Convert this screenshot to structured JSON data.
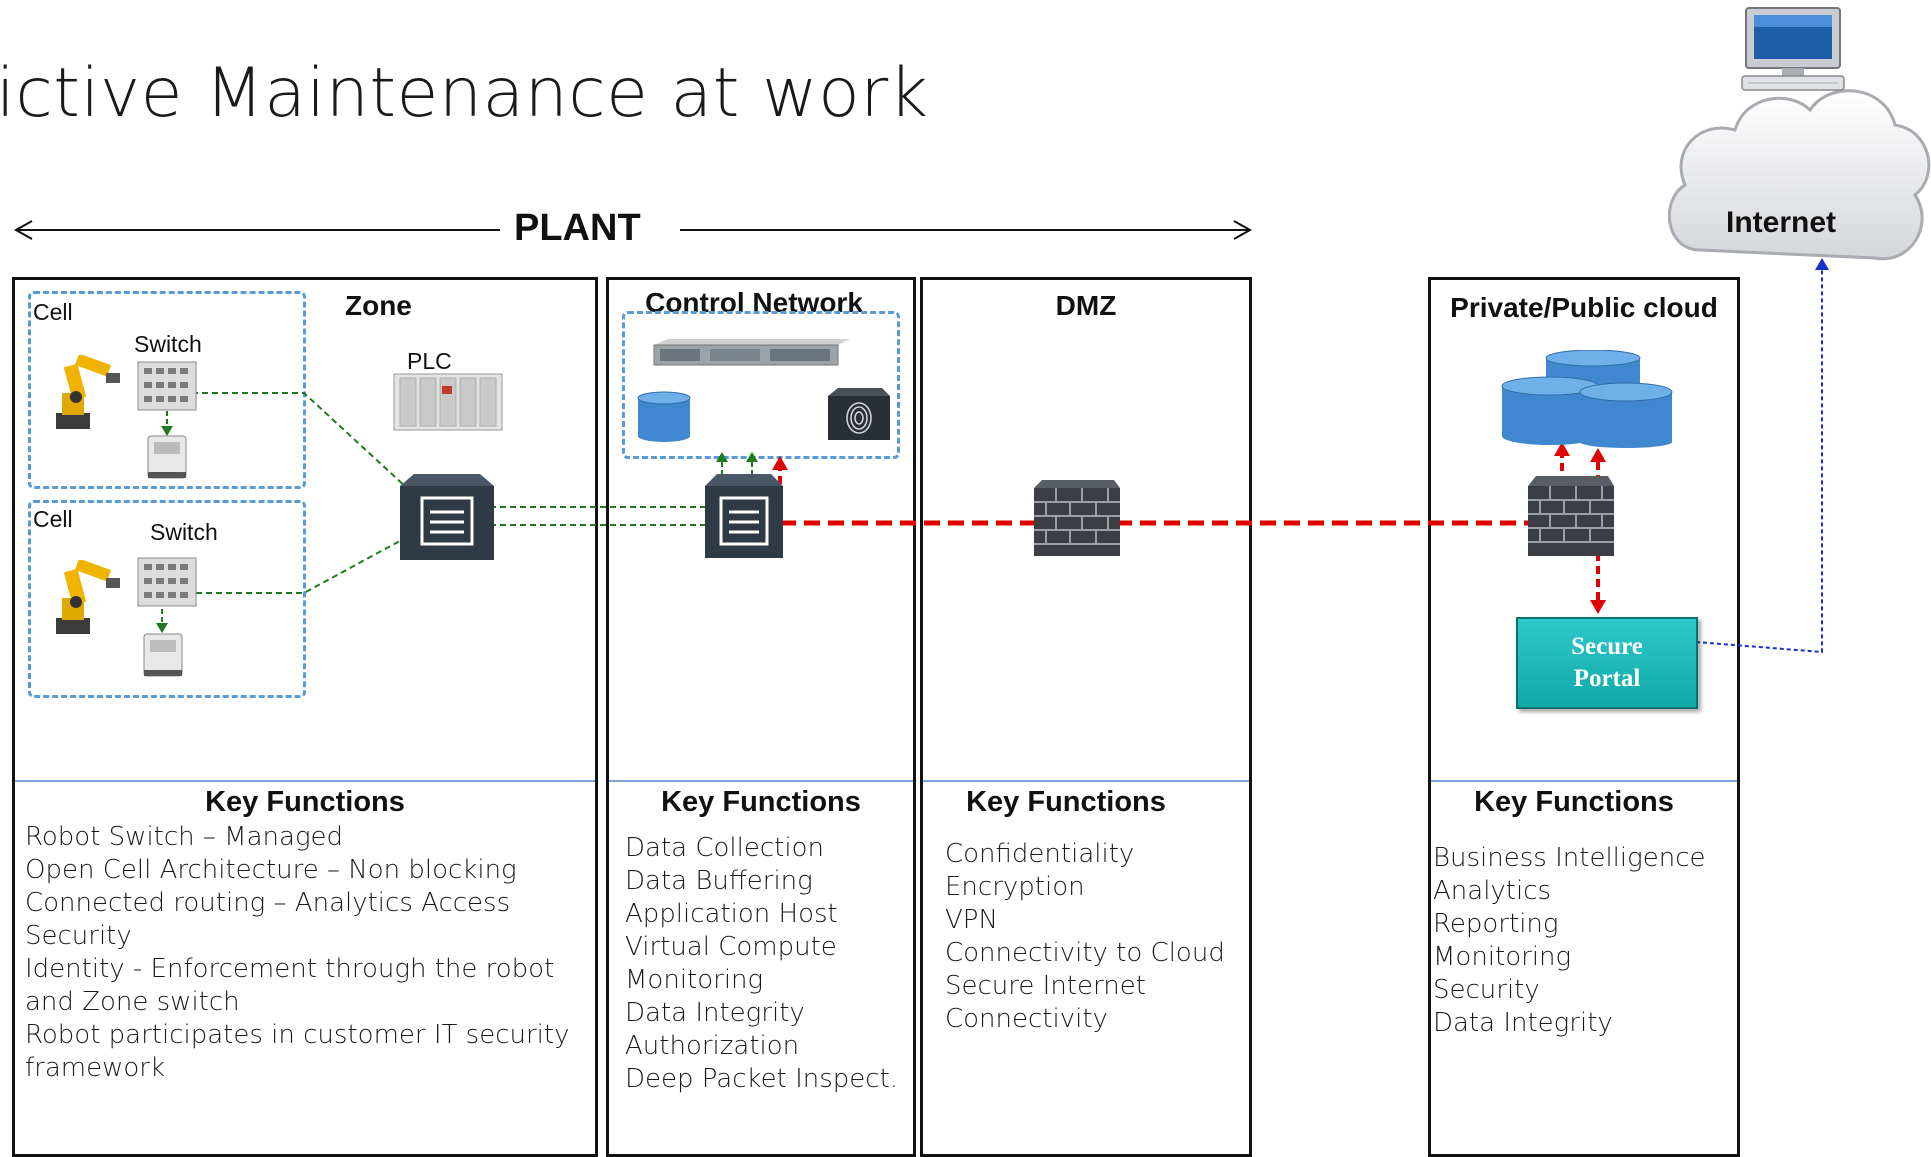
{
  "title": "ictive Maintenance at work",
  "plant_label": "PLANT",
  "internet_label": "Internet",
  "zone": {
    "title": "Zone",
    "cell1_label": "Cell",
    "cell2_label": "Cell",
    "switch1_label": "Switch",
    "switch2_label": "Switch",
    "plc_label": "PLC",
    "key_functions_title": "Key Functions",
    "key_functions": [
      "Robot Switch – Managed",
      "Open Cell Architecture – Non blocking",
      "Connected routing – Analytics Access",
      "Security",
      "Identity -  Enforcement through the robot",
      "and Zone switch",
      "Robot participates in customer IT security",
      "framework"
    ]
  },
  "control_network": {
    "title": "Control Network",
    "key_functions_title": "Key Functions",
    "key_functions": [
      "Data Collection",
      "Data Buffering",
      "Application Host",
      "Virtual Compute",
      "Monitoring",
      "Data Integrity",
      "Authorization",
      "Deep Packet Inspect."
    ]
  },
  "dmz": {
    "title": "DMZ",
    "key_functions_title": "Key Functions",
    "key_functions": [
      "Confidentiality",
      "Encryption",
      "VPN",
      "Connectivity to Cloud",
      "Secure Internet",
      "Connectivity"
    ]
  },
  "cloud": {
    "title": "Private/Public cloud",
    "secure_portal_line1": "Secure",
    "secure_portal_line2": "Portal",
    "key_functions_title": "Key Functions",
    "key_functions": [
      "Business Intelligence",
      "Analytics",
      "Reporting",
      "Monitoring",
      "Security",
      "Data Integrity"
    ]
  },
  "colors": {
    "green_link": "#1f7a1f",
    "red_link": "#e00000",
    "blue_link": "#1a2fd0",
    "dashed_box": "#5b9bd5",
    "portal": "#18b5b5"
  },
  "icons": [
    "robot-arm-icon",
    "switch-icon",
    "controller-icon",
    "plc-icon",
    "router-icon",
    "server-icon",
    "database-icon",
    "fingerprint-icon",
    "firewall-icon",
    "computer-icon",
    "cloud-icon"
  ]
}
